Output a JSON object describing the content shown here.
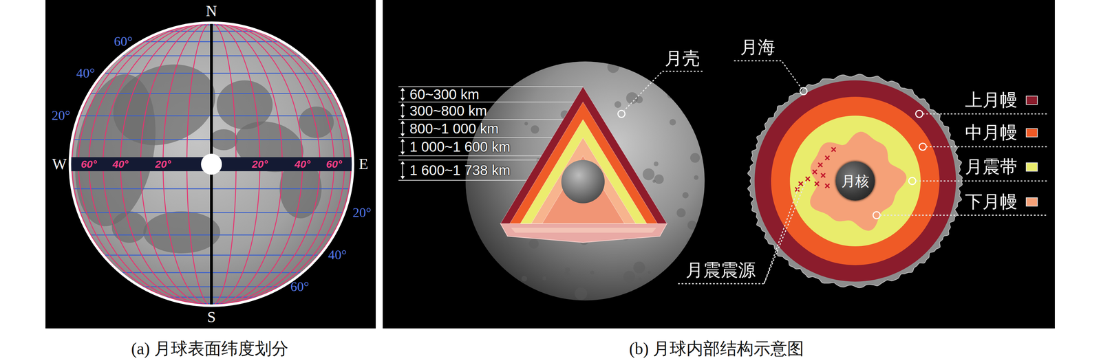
{
  "diagram": {
    "nodes": [
      {
        "text": [
          "月核"
        ]
      }
    ],
    "labels": [
      "N",
      "S",
      "W",
      "E",
      "60°",
      "40°",
      "20°",
      "20°",
      "40°",
      "60°",
      "60°",
      "40°",
      "20°",
      "20°",
      "40°",
      "60°",
      "60~300 km",
      "300~800 km",
      "800~1 000 km",
      "1 000~1 600 km",
      "1 600~1 738 km",
      "月壳",
      "月海",
      "月震震源",
      "(a) 月球表面纬度划分",
      "(b) 月球内部结构示意图"
    ],
    "legend": [
      {
        "text": "上月幔",
        "color": "#8b1c2c"
      },
      {
        "text": "中月幔",
        "color": "#ef5a26"
      },
      {
        "text": "月震带",
        "color": "#e9ec6c"
      },
      {
        "text": "下月幔",
        "color": "#f5a178"
      }
    ]
  }
}
